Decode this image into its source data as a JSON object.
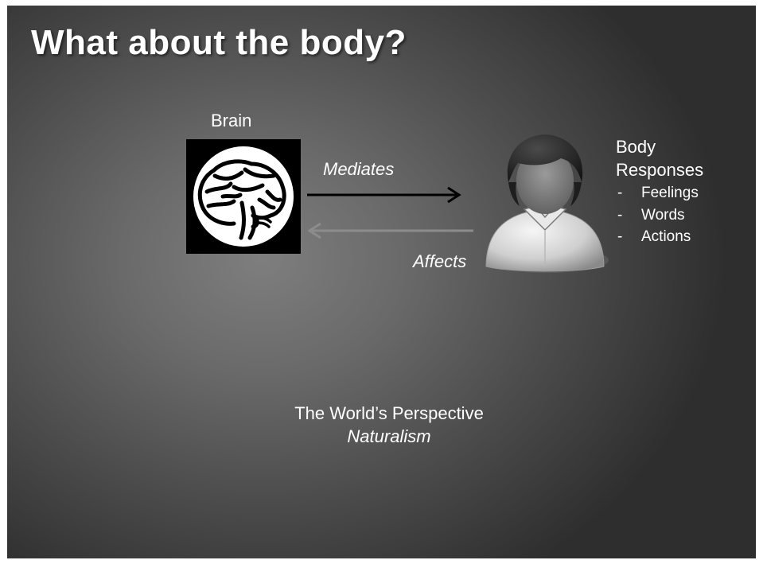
{
  "slide": {
    "title": "What about the body?",
    "brain_label": "Brain",
    "mediates_label": "Mediates",
    "affects_label": "Affects",
    "body_responses": {
      "title_line1": "Body",
      "title_line2": "Responses",
      "items": [
        "Feelings",
        "Words",
        "Actions"
      ]
    },
    "perspective": {
      "line1": "The World’s Perspective",
      "line2": "Naturalism"
    }
  },
  "colors": {
    "text": "#ffffff",
    "mediates_arrow": "#000000",
    "affects_arrow": "#8c8c8c"
  },
  "icons": [
    "brain-icon",
    "person-icon",
    "arrow-right-icon",
    "arrow-left-icon"
  ]
}
